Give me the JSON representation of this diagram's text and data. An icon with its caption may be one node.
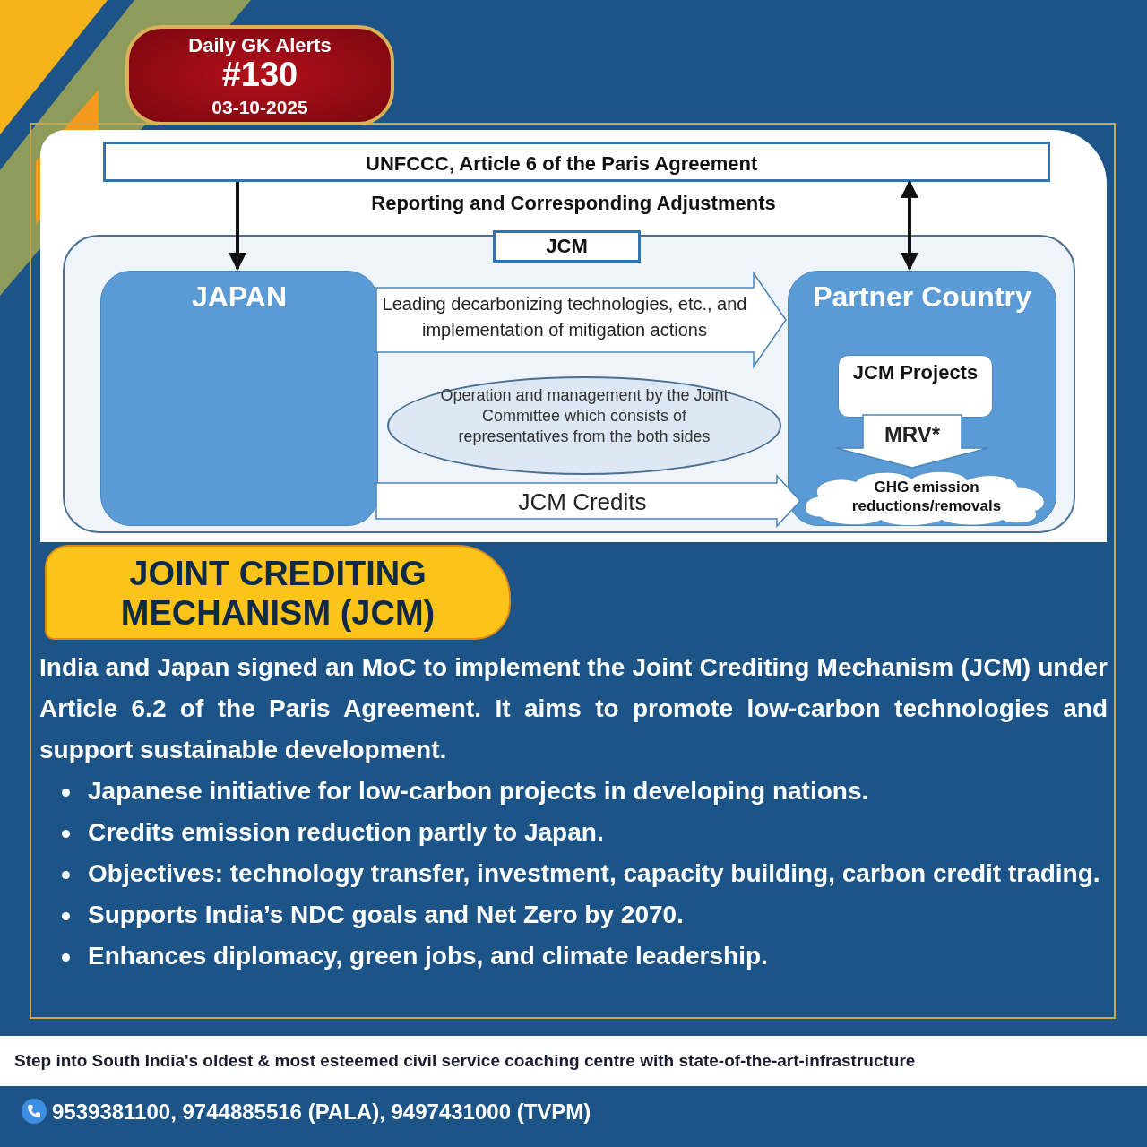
{
  "diagram": {
    "title": "JOINT CREDITING MECHANISM (JCM)",
    "nodes": [
      {
        "text": [
          "UNFCCC, Article 6 of the Paris Agreement"
        ]
      },
      {
        "text": [
          "JCM"
        ]
      },
      {
        "text": [
          "JAPAN"
        ],
        "in": 1
      },
      {
        "text": [
          "Partner Country"
        ],
        "in": 1
      },
      {
        "text": [
          "JCM Projects"
        ],
        "in": 3
      },
      {
        "text": [
          "Operation and management by the Joint Committee which consists of representatives from the both sides"
        ],
        "in": 1
      },
      {
        "text": [
          "GHG emission reductions/removals"
        ],
        "in": 3
      }
    ],
    "edges": [
      {
        "from": 0,
        "to": 2,
        "arrow": "to"
      },
      {
        "from": 0,
        "to": 3,
        "arrow": "both"
      },
      {
        "from": 2,
        "to": 3,
        "arrow": "to",
        "label": "Leading decarbonizing technologies, etc., and implementation of mitigation actions"
      },
      {
        "from": 2,
        "to": 6,
        "arrow": "to",
        "label": "JCM Credits"
      },
      {
        "from": 4,
        "to": 6,
        "arrow": "to",
        "label": "MRV*"
      }
    ],
    "labels": [
      "Daily GK Alerts",
      "#130",
      "03-10-2025",
      "Reporting and Corresponding Adjustments",
      "India and Japan signed an MoC to implement the Joint Crediting Mechanism (JCM) under Article 6.2 of the Paris Agreement. It aims to promote low-carbon technologies and support sustainable development.",
      "Japanese initiative for low-carbon projects in developing nations.",
      "Credits emission reduction partly to Japan.",
      "Objectives: technology transfer, investment, capacity building, carbon credit trading.",
      "Supports India’s NDC goals and Net Zero by 2070.",
      "Enhances diplomacy, green jobs, and climate leadership.",
      "Step into South India's oldest & most esteemed civil service coaching centre with state-of-the-art-infrastructure",
      "9539381100, 9744885516 (PALA), 9497431000 (TVPM)"
    ]
  }
}
